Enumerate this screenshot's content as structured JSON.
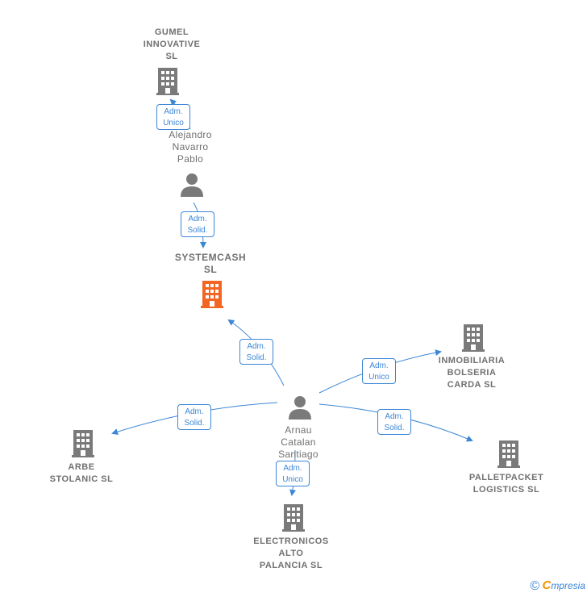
{
  "colors": {
    "edge": "#3c86d6",
    "node": "#7a7a7a",
    "focus": "#f26522"
  },
  "nodes": {
    "gumel": {
      "label": "GUMEL\nINNOVATIVE\nSL",
      "icon": "building-icon"
    },
    "alejandro": {
      "label": "Alejandro\nNavarro\nPablo",
      "icon": "person-icon"
    },
    "systemcash": {
      "label": "SYSTEMCASH\nSL",
      "icon": "building-icon"
    },
    "arnau": {
      "label": "Arnau\nCatalan\nSantiago",
      "icon": "person-icon"
    },
    "inmobiliaria": {
      "label": "INMOBILIARIA\nBOLSERIA\nCARDA  SL",
      "icon": "building-icon"
    },
    "arbe": {
      "label": "ARBE\nSTOLANIC  SL",
      "icon": "building-icon"
    },
    "palletpacket": {
      "label": "PALLETPACKET\nLOGISTICS  SL",
      "icon": "building-icon"
    },
    "electronicos": {
      "label": "ELECTRONICOS\nALTO\nPALANCIA  SL",
      "icon": "building-icon"
    }
  },
  "edges": {
    "alejandro_gumel": "Adm.\nUnico",
    "alejandro_systemcash": "Adm.\nSolid.",
    "arnau_systemcash": "Adm.\nSolid.",
    "arnau_inmobiliaria": "Adm.\nUnico",
    "arnau_arbe": "Adm.\nSolid.",
    "arnau_palletpacket": "Adm.\nSolid.",
    "arnau_electronicos": "Adm.\nUnico"
  },
  "brand": {
    "copyright": "©",
    "e": "C",
    "rest": "mpresia"
  }
}
